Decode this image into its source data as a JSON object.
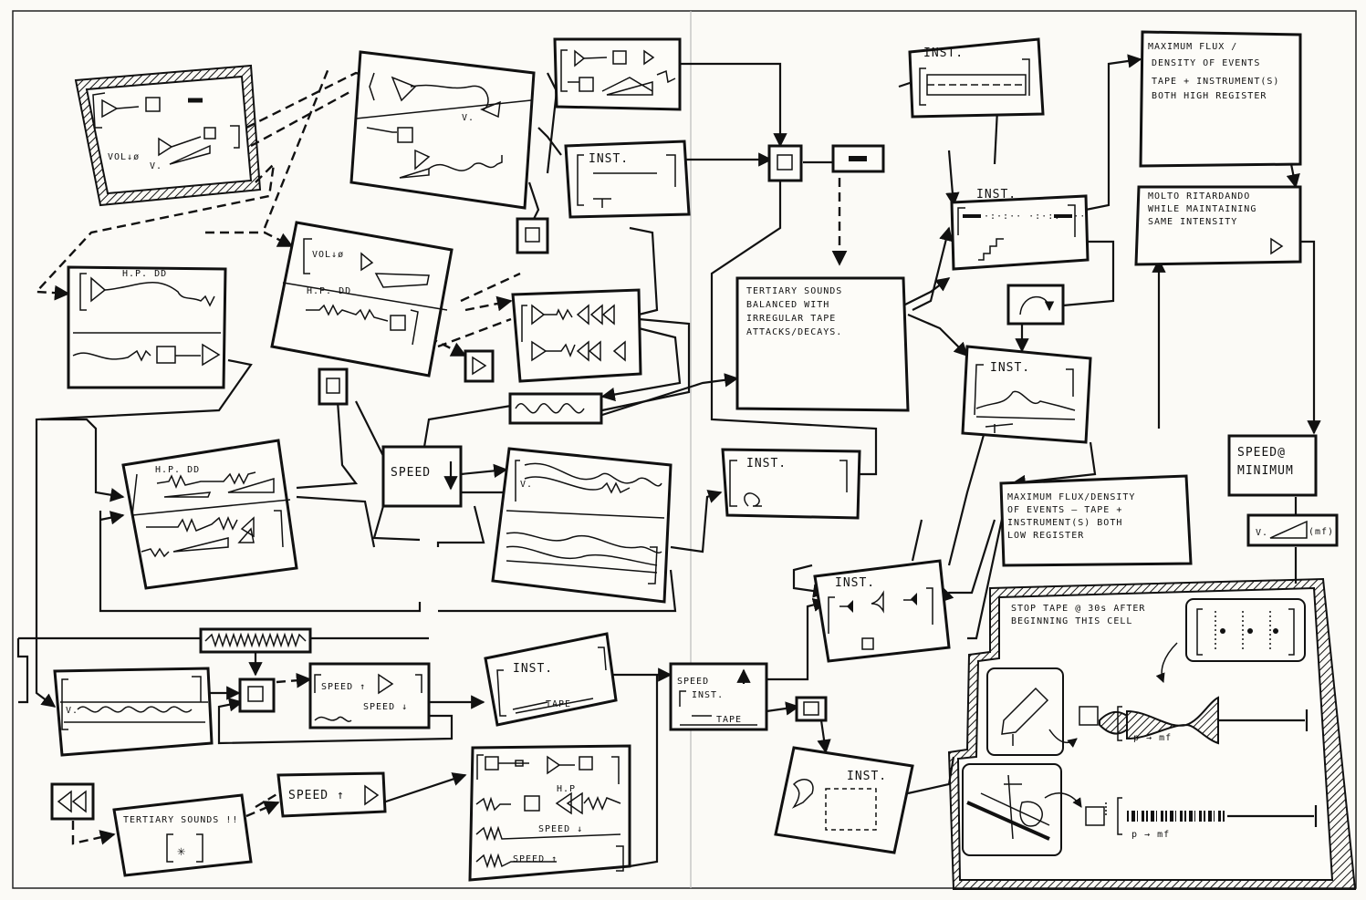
{
  "labels": {
    "inst": "INST.",
    "tape": "TAPE",
    "speed": "SPEED",
    "speed_up": "SPEED ↑",
    "speed_down": "SPEED ↓",
    "speed_inst": "INST.",
    "vol": "VOL↓ø",
    "hp_dd": "H.P. DD",
    "hp": "H.P",
    "v": "V.",
    "mf": "(mf)"
  },
  "notes": {
    "tertiary_sounds_1": "TERTIARY SOUNDS BALANCED WITH IRREGULAR TAPE ATTACKS / DECAYS.",
    "tertiary_sounds_2": "TERTIARY SOUNDS !!",
    "max_flux_high_1": "MAXIMUM FLUX /",
    "max_flux_high_2": "DENSITY OF EVENTS",
    "max_flux_high_3": "TAPE + INSTRUMENT(S)",
    "max_flux_high_4": "BOTH HIGH REGISTER",
    "molto_rit_1": "MOLTO RITARDANDO",
    "molto_rit_2": "WHILE MAINTAINING",
    "molto_rit_3": "SAME INTENSITY",
    "max_flux_low_1": "MAXIMUM FLUX/DENSITY",
    "max_flux_low_2": "OF EVENTS — TAPE +",
    "max_flux_low_3": "INSTRUMENT(S) BOTH",
    "max_flux_low_4": "LOW REGISTER",
    "speed_min_1": "SPEED@",
    "speed_min_2": "MINIMUM",
    "stop_tape_1": "STOP TAPE @ 30s AFTER",
    "stop_tape_2": "BEGINNING THIS CELL"
  },
  "dynamics": {
    "p_to_mf": "p → mf"
  },
  "colors": {
    "ink": "#111111",
    "paper": "#fbfaf6"
  }
}
